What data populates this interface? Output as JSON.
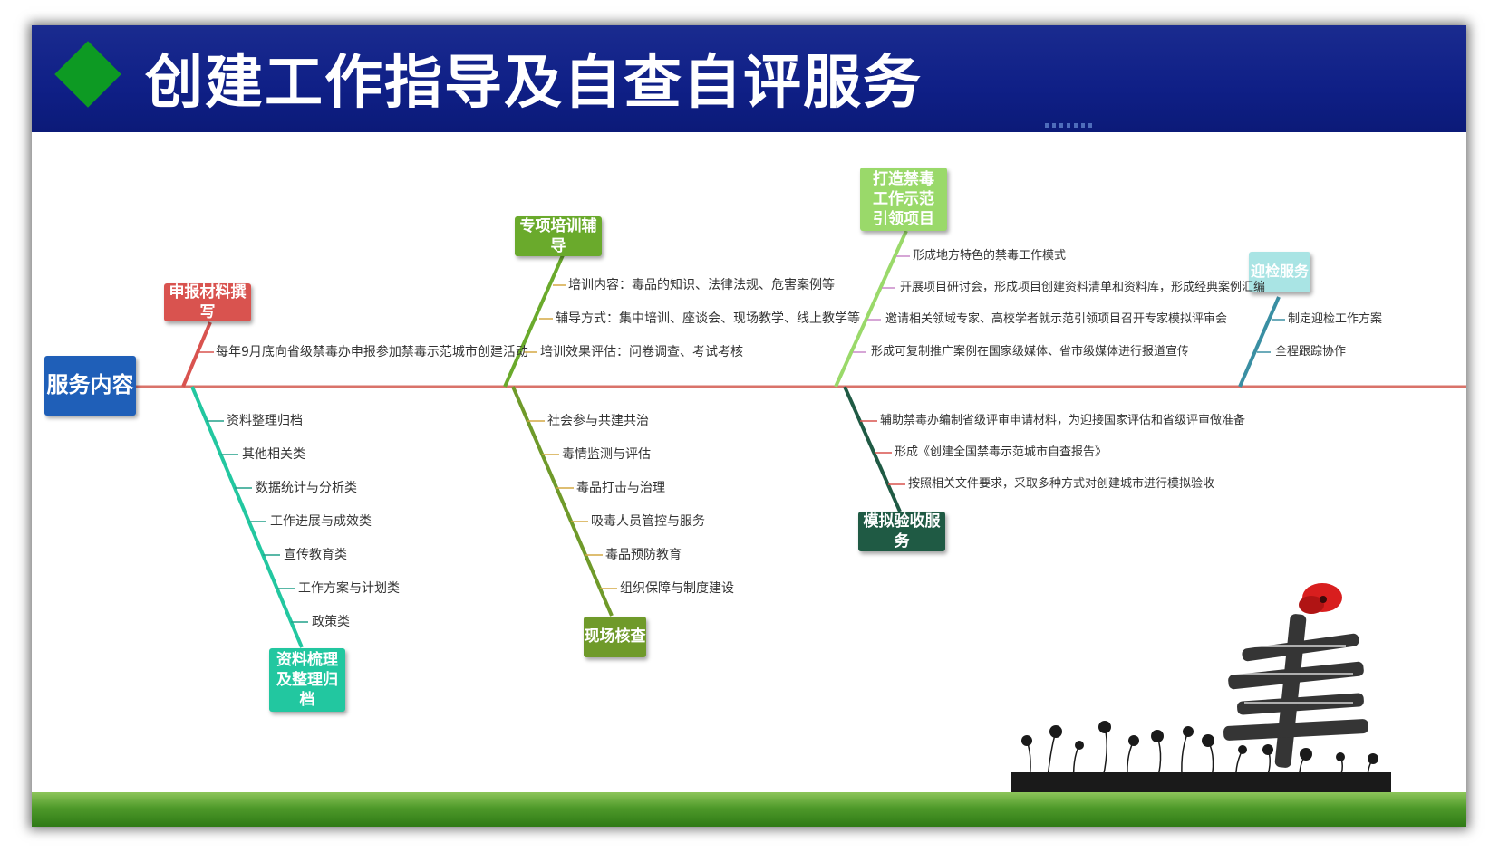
{
  "header": {
    "title": "创建工作指导及自查自评服务"
  },
  "center": {
    "label": "服务内容"
  },
  "branches": {
    "sbcl": {
      "label": "申报材料撰写",
      "items": [
        "每年9月底向省级禁毒办申报参加禁毒示范城市创建活动"
      ]
    },
    "zxpx": {
      "label": "专项培训辅导",
      "items": [
        "培训内容：毒品的知识、法律法规、危害案例等",
        "辅导方式：集中培训、座谈会、现场教学、线上教学等",
        "培训效果评估：问卷调查、考试考核"
      ]
    },
    "dzjd": {
      "label": "打造禁毒工作示范引领项目",
      "items": [
        "形成地方特色的禁毒工作模式",
        "开展项目研讨会，形成项目创建资料清单和资料库，形成经典案例汇编",
        "邀请相关领域专家、高校学者就示范引领项目召开专家模拟评审会",
        "形成可复制推广案例在国家级媒体、省市级媒体进行报道宣传"
      ]
    },
    "yjfw": {
      "label": "迎检服务",
      "items": [
        "制定迎检工作方案",
        "全程跟踪协作"
      ]
    },
    "zlsl": {
      "label": "资料梳理及整理归档",
      "items": [
        "资料整理归档",
        "其他相关类",
        "数据统计与分析类",
        "工作进展与成效类",
        "宣传教育类",
        "工作方案与计划类",
        "政策类"
      ]
    },
    "xchc": {
      "label": "现场核查",
      "items": [
        "社会参与共建共治",
        "毒情监测与评估",
        "毒品打击与治理",
        "吸毒人员管控与服务",
        "毒品预防教育",
        "组织保障与制度建设"
      ]
    },
    "mnys": {
      "label": "模拟验收服务",
      "items": [
        "辅助禁毒办编制省级评审申请材料，为迎接国家评估和省级评审做准备",
        "形成《创建全国禁毒示范城市自查报告》",
        "按照相关文件要求，采取多种方式对创建城市进行模拟验收"
      ]
    }
  },
  "colors": {
    "header_bg": "#0f1f86",
    "diamond": "#0d9a23",
    "spine": "#d9736a",
    "sbcl": "#d9534f",
    "zxpx": "#6aaa2c",
    "dzjd": "#9ad96a",
    "yjfw": "#9fe0e0",
    "zlsl": "#22c7a0",
    "xchc": "#6f9a2a",
    "mnys": "#1f5a44"
  }
}
